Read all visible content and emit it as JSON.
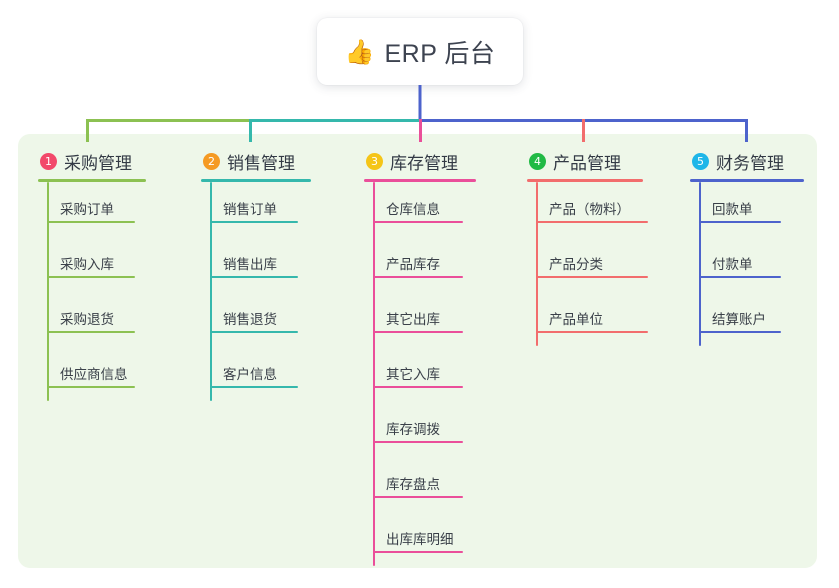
{
  "root": {
    "icon": "thumbs-up-icon",
    "emoji": "👍",
    "title": "ERP 后台"
  },
  "panel": {
    "background": "#eef7e9"
  },
  "branches": [
    {
      "number": "1",
      "label": "采购管理",
      "badge_color": "#f2496a",
      "line_color": "#8cc152",
      "items": [
        "采购订单",
        "采购入库",
        "采购退货",
        "供应商信息"
      ]
    },
    {
      "number": "2",
      "label": "销售管理",
      "badge_color": "#f59a23",
      "line_color": "#35b8ac",
      "items": [
        "销售订单",
        "销售出库",
        "销售退货",
        "客户信息"
      ]
    },
    {
      "number": "3",
      "label": "库存管理",
      "badge_color": "#f5c518",
      "line_color": "#ea4f9a",
      "items": [
        "仓库信息",
        "产品库存",
        "其它出库",
        "其它入库",
        "库存调拨",
        "库存盘点",
        "出库库明细"
      ]
    },
    {
      "number": "4",
      "label": "产品管理",
      "badge_color": "#21ba45",
      "line_color": "#f26d6d",
      "items": [
        "产品（物料）",
        "产品分类",
        "产品单位"
      ]
    },
    {
      "number": "5",
      "label": "财务管理",
      "badge_color": "#1eb6e8",
      "line_color": "#4d63cc",
      "items": [
        "回款单",
        "付款单",
        "结算账户"
      ]
    }
  ],
  "wires": {
    "trunk_color": "#4d63cc",
    "segment_1_color": "#8cc152",
    "segment_2_color": "#35b8ac",
    "segment_3_color": "#4d63cc"
  }
}
